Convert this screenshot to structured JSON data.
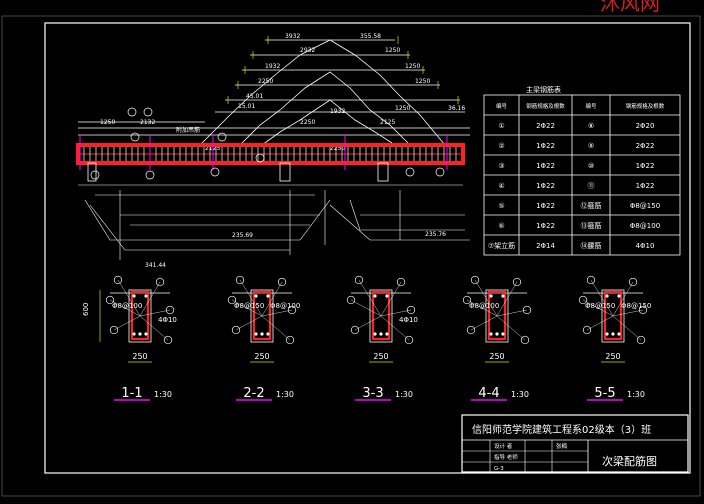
{
  "watermark": "沐风网",
  "top_dims": [
    "3932",
    "2932",
    "1932",
    "2250",
    "1932",
    "2250",
    "2125",
    "2132",
    "1250",
    "2125",
    "2250"
  ],
  "top_dims_right": [
    "1250",
    "1250",
    "1250",
    "1250"
  ],
  "dim_top": "355.58",
  "dim_diag_1": "15.01",
  "dim_diag_2": "45.01",
  "dim_diag_3": "36.16",
  "dim_bottom_1": "235.69",
  "dim_bottom_2": "235.76",
  "dim_bottom_3": "341.44",
  "main_beam_note": "附加吊筋",
  "table": {
    "title": "主梁钢筋表",
    "headers": [
      "编号",
      "钢筋规格及根数",
      "编号",
      "钢筋规格及根数"
    ],
    "rows": [
      [
        "①",
        "2Φ22",
        "⑧",
        "2Φ20"
      ],
      [
        "②",
        "1Φ22",
        "⑨",
        "2Φ22"
      ],
      [
        "③",
        "1Φ22",
        "⑩",
        "1Φ22"
      ],
      [
        "④",
        "1Φ22",
        "⑪",
        "1Φ22"
      ],
      [
        "⑤",
        "1Φ22",
        "⑫箍筋",
        "Φ8@150"
      ],
      [
        "⑥",
        "1Φ22",
        "⑬箍筋",
        "Φ8@100"
      ],
      [
        "⑦架立筋",
        "2Φ14",
        "⑭腰筋",
        "4Φ10"
      ]
    ]
  },
  "sections": [
    {
      "label": "1-1",
      "scale": "1:30",
      "width": "250",
      "height": "600",
      "stirrup": "Φ8@100",
      "extra": "4Φ10"
    },
    {
      "label": "2-2",
      "scale": "1:30",
      "width": "250",
      "stirrup_l": "Φ8@150",
      "stirrup_r": "Φ8@100"
    },
    {
      "label": "3-3",
      "scale": "1:30",
      "width": "250",
      "extra": "4Φ10"
    },
    {
      "label": "4-4",
      "scale": "1:30",
      "width": "250",
      "stirrup": "Φ8@100"
    },
    {
      "label": "5-5",
      "scale": "1:30",
      "width": "250",
      "stirrup_l": "Φ8@150",
      "stirrup_r": "Φ8@150"
    }
  ],
  "title_block": {
    "school": "信阳师范学院建筑工程系02级本（3）班",
    "drawing": "次梁配筋图",
    "row1_a": "设计 者",
    "row1_b": "张楠",
    "row2_a": "指导 老师",
    "row2_b": "",
    "row3_a": "G-3",
    "row3_b": ""
  },
  "colors": {
    "background": "#000000",
    "frame": "#ffffff",
    "beam_red": "#ff2020",
    "rebar": "#ffffff",
    "dim_yellow": "#e0e000",
    "magenta": "#ff00ff",
    "green": "#00ff00"
  }
}
